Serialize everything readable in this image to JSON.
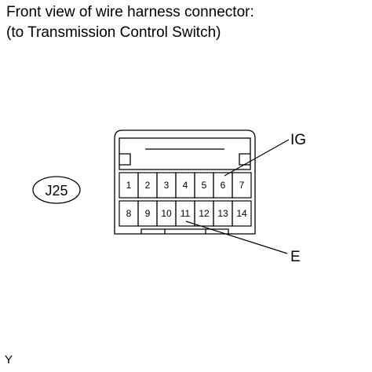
{
  "caption": {
    "line1": "Front view of wire harness connector:",
    "line2": "(to Transmission Control Switch)"
  },
  "connector": {
    "code": "J25",
    "pins_top": [
      "1",
      "2",
      "3",
      "4",
      "5",
      "6",
      "7"
    ],
    "pins_bottom": [
      "8",
      "9",
      "10",
      "11",
      "12",
      "13",
      "14"
    ]
  },
  "callouts": {
    "ig": "IG",
    "e": "E"
  },
  "footer": "Y"
}
